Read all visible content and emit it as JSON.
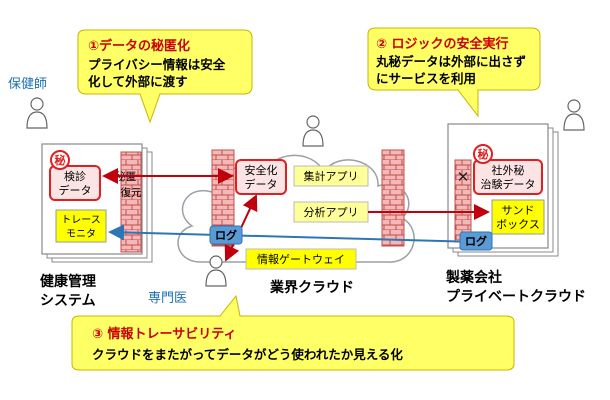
{
  "callouts": {
    "privacy": {
      "title": "①データの秘匿化",
      "line1": "プライバシー情報は安全",
      "line2": "化して外部に渡す"
    },
    "logic": {
      "title": "② ロジックの安全実行",
      "line1": "丸秘データは外部に出さず",
      "line2": "にサービスを利用"
    },
    "trace": {
      "title": "③ 情報トレーサビリティ",
      "line1": "クラウドをまたがってデータがどう使われたか見える化"
    }
  },
  "people": {
    "nurse": "保健師",
    "specialist": "専門医"
  },
  "health_system": {
    "secret_badge": "秘",
    "checkup_line1": "検診",
    "checkup_line2": "データ",
    "conceal_line1": "秘匿・",
    "conceal_line2": "復元",
    "trace_line1": "トレース",
    "trace_line2": "モニタ",
    "caption_line1": "健康管理",
    "caption_line2": "システム"
  },
  "industry_cloud": {
    "safe_line1": "安全化",
    "safe_line2": "データ",
    "aggregate_app": "集計アプリ",
    "analysis_app": "分析アプリ",
    "gateway": "情報ゲートウェイ",
    "caption": "業界クラウド"
  },
  "pharma_cloud": {
    "secret_badge": "秘",
    "blocked_mark": "✕",
    "trial_line1": "社外秘",
    "trial_line2": "治験データ",
    "sandbox_line1": "サンド",
    "sandbox_line2": "ボックス",
    "caption_line1": "製薬会社",
    "caption_line2": "プライベートクラウド"
  },
  "log_label": "ログ",
  "colors": {
    "callout_fill": "#ffff66",
    "callout_title": "#cc0000",
    "box_yellow": "#ffff00",
    "wall_pink": "#f4b8b8",
    "wall_red": "#c0504d",
    "arrow_red": "#c0000c",
    "arrow_blue": "#2e75b6",
    "log_blue": "#5b9bd5",
    "person_blue": "#1f6fb2"
  }
}
